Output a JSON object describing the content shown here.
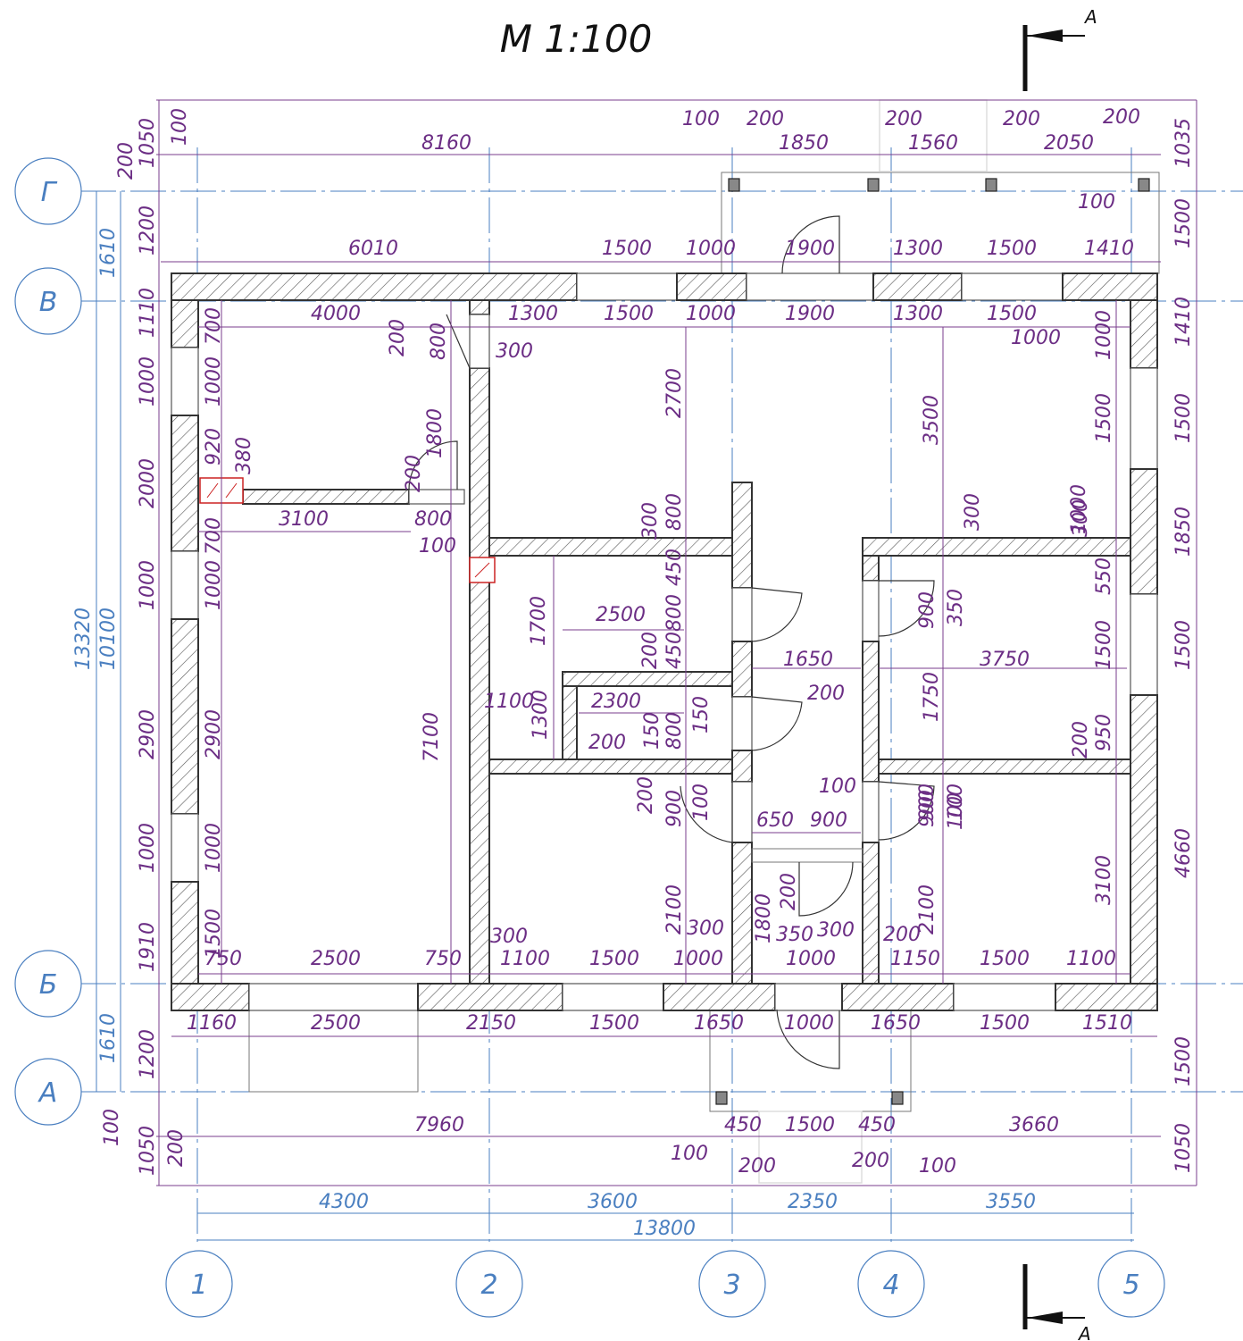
{
  "title": "М 1:100",
  "section_marks": {
    "top": "А",
    "bottom": "А"
  },
  "axes": {
    "vertical": [
      "1",
      "2",
      "3",
      "4",
      "5"
    ],
    "horizontal": [
      "Г",
      "В",
      "Б",
      "А"
    ]
  },
  "colors": {
    "dimension": "#6b2d84",
    "axis": "#4a7fc0",
    "wall": "#333333",
    "chimney": "#cc2222"
  },
  "dims": {
    "top_porch": [
      "100",
      "200",
      "1850",
      "200",
      "1560",
      "200",
      "2050",
      "200",
      "100"
    ],
    "top_overall": "8160",
    "top_outer": [
      "6010",
      "1500",
      "1000",
      "1900",
      "1300",
      "1500",
      "1410"
    ],
    "top_inner": [
      "4000",
      "1300",
      "1500",
      "1000",
      "1900",
      "1300",
      "1500",
      "1000"
    ],
    "left_outer": [
      "200",
      "1050",
      "100",
      "1200",
      "1110",
      "1000",
      "2000",
      "1000",
      "2900",
      "1000",
      "1910",
      "1200",
      "100",
      "1050",
      "200"
    ],
    "left_inner": [
      "700",
      "1000",
      "920",
      "700",
      "1000",
      "2900",
      "1000",
      "1500"
    ],
    "left_axis": [
      "1610",
      "10100",
      "1610"
    ],
    "left_total": "13320",
    "right_outer": [
      "1035",
      "1500",
      "1410",
      "1500",
      "1850",
      "1500",
      "4660",
      "1500",
      "1050"
    ],
    "right_inner": [
      "1000",
      "1500",
      "1000",
      "550",
      "1500",
      "950",
      "3100"
    ],
    "interior": [
      "380",
      "3100",
      "800",
      "100",
      "200",
      "800",
      "300",
      "1800",
      "200",
      "2700",
      "800",
      "300",
      "450",
      "800",
      "200",
      "450",
      "1700",
      "2500",
      "2300",
      "1100",
      "1300",
      "200",
      "150",
      "800",
      "150",
      "1650",
      "200",
      "3500",
      "300",
      "300",
      "350",
      "900",
      "3750",
      "1750",
      "200",
      "100",
      "900",
      "200",
      "900",
      "100",
      "650",
      "900",
      "100",
      "900",
      "100",
      "200",
      "2100",
      "1800",
      "350",
      "300",
      "300",
      "2100",
      "200",
      "7100",
      "300"
    ],
    "bottom_inner": [
      "750",
      "2500",
      "750",
      "1100",
      "1500",
      "1000",
      "1000",
      "1150",
      "1500",
      "1100"
    ],
    "bottom_outer": [
      "1160",
      "2500",
      "2150",
      "1500",
      "1650",
      "1000",
      "1650",
      "1500",
      "1510"
    ],
    "bottom_porch": [
      "7960",
      "450",
      "1500",
      "450",
      "3660",
      "100",
      "200",
      "200",
      "100"
    ],
    "bottom_axis": [
      "4300",
      "3600",
      "2350",
      "3550"
    ],
    "bottom_total": "13800"
  }
}
